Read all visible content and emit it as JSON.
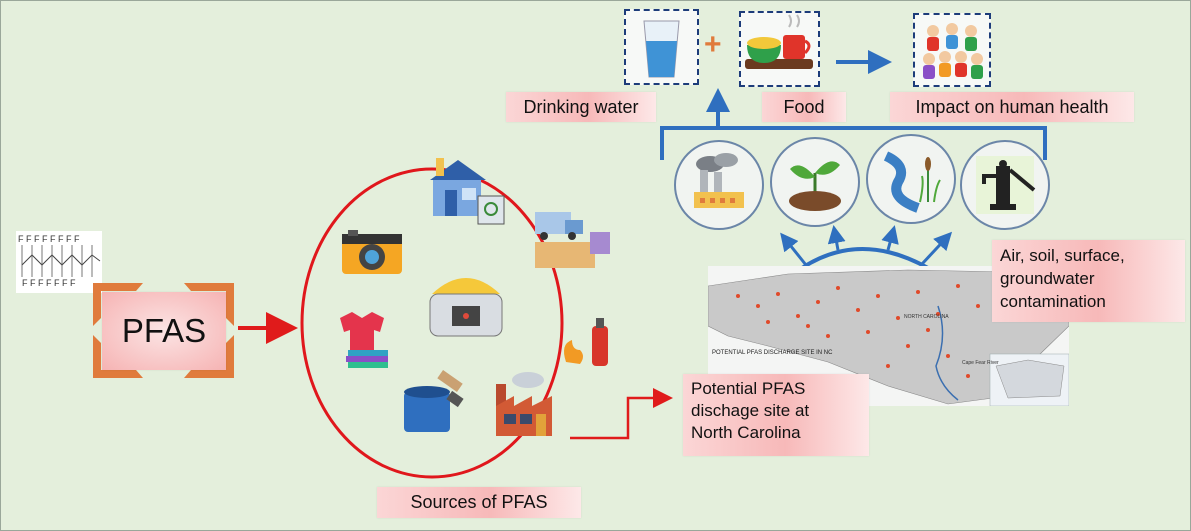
{
  "molecule": {
    "rows": [
      "F F F F F F F F",
      "F F F F F F F"
    ]
  },
  "pfas_label": "PFAS",
  "sources_label": "Sources of PFAS",
  "site_label": {
    "lines": [
      "Potential PFAS",
      "dischage site at",
      "North Carolina"
    ]
  },
  "contamination_label": {
    "lines": [
      "Air, soil, surface,",
      "groundwater",
      "contamination"
    ]
  },
  "pathways": {
    "drinking_water": "Drinking water",
    "food": "Food",
    "impact": "Impact on human health",
    "plus": "+"
  },
  "map": {
    "title": "POTENTIAL PFAS DISCHARGE SITE IN NC",
    "city_label": "Cape Fear River",
    "state_label": "NORTH CAROLINA"
  },
  "colors": {
    "background": "#e4efdc",
    "red_arrow": "#e01b1b",
    "blue_arrow": "#2f6fbf",
    "circle": "#e0171c",
    "pink_label": "#f7b9b9",
    "orange_corner": "#e07b3c"
  },
  "icons": {
    "sources": [
      "house-recycle-icon",
      "camera-icon",
      "garbage-truck-icon",
      "rice-cooker-icon",
      "clothes-icon",
      "fire-extinguisher-icon",
      "paint-bucket-icon",
      "factory-icon"
    ],
    "environment": [
      "factory-smoke-icon",
      "plant-soil-icon",
      "river-reeds-icon",
      "water-pump-icon"
    ]
  }
}
